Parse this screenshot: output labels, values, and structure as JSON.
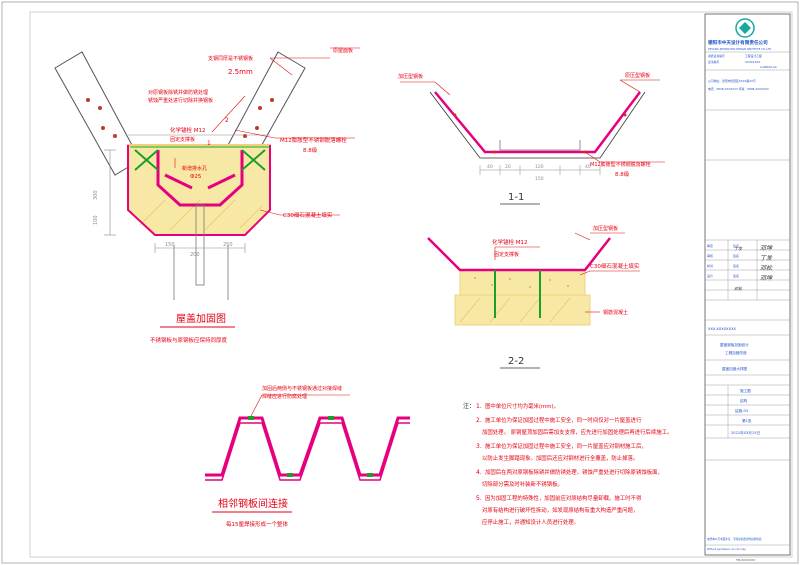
{
  "drawing": {
    "main_detail": {
      "title": "屋盖加固图",
      "subtitle": "不锈钢板与原钢板应保持同厚度",
      "labels": {
        "roof_steel": "原屋面板",
        "steel_plate": "支钢同厚是不锈钢板",
        "thickness": "2.5mm",
        "weld_note_1": "对原钢板除锈并做防锈处理",
        "weld_note_2": "锈蚀严重处进行切除并换钢板",
        "anchor": "化学锚栓 M12",
        "anchor_sub": "固定支撑板",
        "bolt": "M12膨胀型不锈钢脱落螺栓",
        "bolt_grade": "8.8级",
        "drain": "新增排水孔",
        "drain_dia": "Φ25",
        "concrete": "C30细石混凝土填实",
        "mark_2": "2",
        "mark_1": "1",
        "dim_200": "200",
        "dim_250": "250",
        "dim_300": "300",
        "dim_150": "150",
        "dim_100": "100"
      }
    },
    "section_1": {
      "title": "1-1",
      "labels": {
        "add_steel": "加压型钢板",
        "roof_plate": "原压型钢板",
        "bolt": "M12膨胀型不锈钢脱落螺栓",
        "bolt_grade": "8.8级",
        "d1": "40",
        "d2": "120",
        "d3": "20",
        "d4": "40",
        "d5": "150"
      }
    },
    "section_2": {
      "title": "2-2",
      "labels": {
        "add_steel": "加压型钢板",
        "anchor": "化学锚栓 M12",
        "anchor_sub": "固定支撑板",
        "concrete": "C30细石混凝土填实",
        "beam": "钢筋混凝土"
      }
    },
    "joint_detail": {
      "title": "相邻钢板间连接",
      "subtitle": "每15厘焊接形成一个整体",
      "note_1": "加固后两侧与不锈钢板通过对接焊缝",
      "note_2": "焊缝应进行防腐处理"
    },
    "notes": {
      "heading": "注：",
      "items": [
        {
          "num": "1.",
          "lines": [
            "图中单位尺寸均为毫米(mm)。"
          ]
        },
        {
          "num": "2.",
          "lines": [
            "施工单位为保证加固过程中施工安全，同一时间仅对一片屋盖进行",
            "加固处理。   原钢屋顶加固后需加支支撑，应先进行加固处理后再进行后续施工。"
          ]
        },
        {
          "num": "3.",
          "lines": [
            "施工单位为保证加固过程中施工安全，同一片屋盖应对钢材施工后，",
            "以防止发生脚踏现象。加固后还应对钢材进行全覆盖，防止掉落。"
          ]
        },
        {
          "num": "4.",
          "lines": [
            "加固后在两对原钢板除锈并做防锈处理，锈蚀严重处进行切除原锈蚀板面，",
            "切除部分需及时补装新不锈钢板。"
          ]
        },
        {
          "num": "5.",
          "lines": [
            "因为加固工程的特殊性，加固前应对原结构尽量卸载。施工时不得",
            "对原有结构进行破坏性拆动，如发现原结构有重大构造严重问题，",
            "应停止施工，并通知设计人员进行处理。"
          ]
        }
      ]
    }
  },
  "title_block": {
    "company": "德阳市中天设计有限责任公司",
    "company_en": "DEYANG ZHONGTIAN DESIGN INSTITUTE CO.,LTD",
    "rows_top": [
      "资质证书编号",
      "工程设计乙级",
      "证书编号",
      "XXXXXXXX",
      "A-00000-AA"
    ],
    "addr_lines": [
      "公司地址：德阳市旌阳区XXXX路XX号",
      "电话：0838-XXXXXXX  传真：0838-XXXXXXX"
    ],
    "fields": [
      {
        "label": "审定",
        "sig": "签名"
      },
      {
        "label": "审核",
        "sig": "签名"
      },
      {
        "label": "校对",
        "sig": "签名"
      },
      {
        "label": "设计",
        "sig": "签名"
      }
    ],
    "sig_marks": [
      "邓坤",
      "丁发",
      "邓松",
      "邓坤",
      "丁发",
      "邓松"
    ],
    "project_code": "XXX-XXXXXXXX",
    "project_name": "屋盖钢板加固设计",
    "project_sub": "工程加固改造",
    "drawing_name": "屋盖加固大样图",
    "stage": "施工图",
    "discipline": "结构",
    "drawing_no": "结施-03",
    "scale": "第1张",
    "date": "2021年03月15日",
    "footer": "未经本公司书面许可，不得复制及用作其他用途",
    "footer_en": "Without permission, do not copy"
  },
  "colors": {
    "magenta": "#e6007e",
    "red": "#e60012",
    "green": "#1a9f2b",
    "concrete_fill": "#f7e8a6",
    "concrete_edge": "#f0d27a",
    "dim_gray": "#8c8c8c",
    "blue": "#1e50c8",
    "title_red": "#e60012"
  },
  "page_num": "TB-XXXXXXX"
}
